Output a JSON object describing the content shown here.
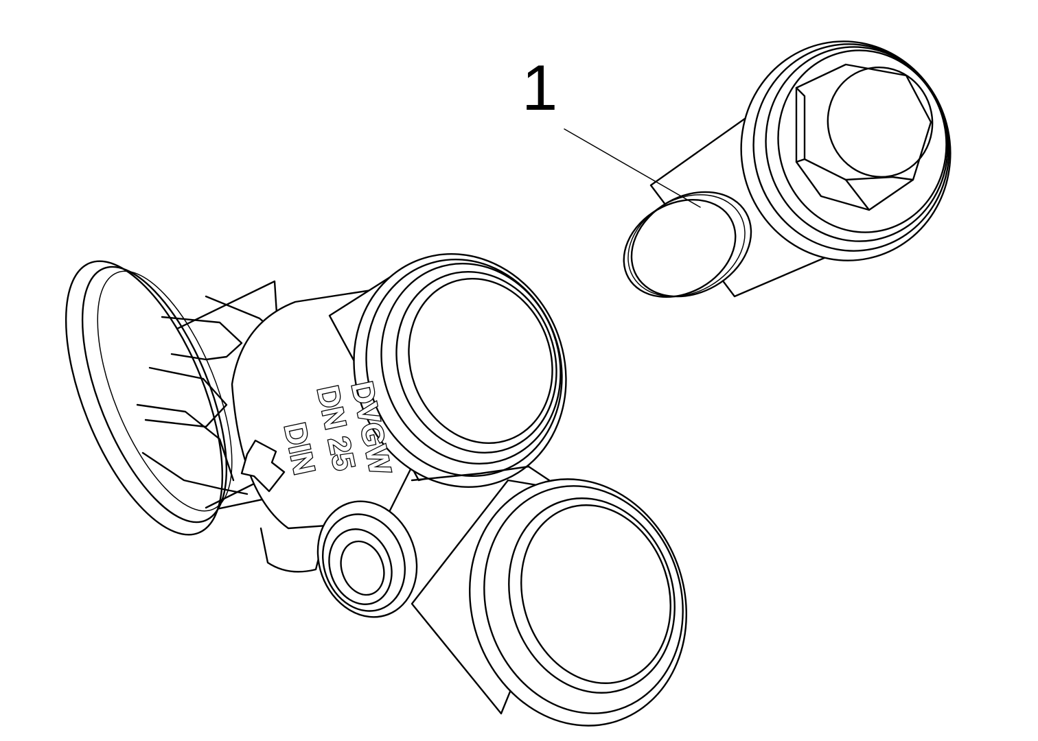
{
  "callout": {
    "number": "1"
  },
  "body_marking": {
    "line1": "DVGW",
    "line2": "DN 25",
    "line3": "DIN"
  },
  "colors": {
    "line": "#000000",
    "background": "#ffffff"
  },
  "icons": [
    "flow-direction-arrow-icon"
  ]
}
